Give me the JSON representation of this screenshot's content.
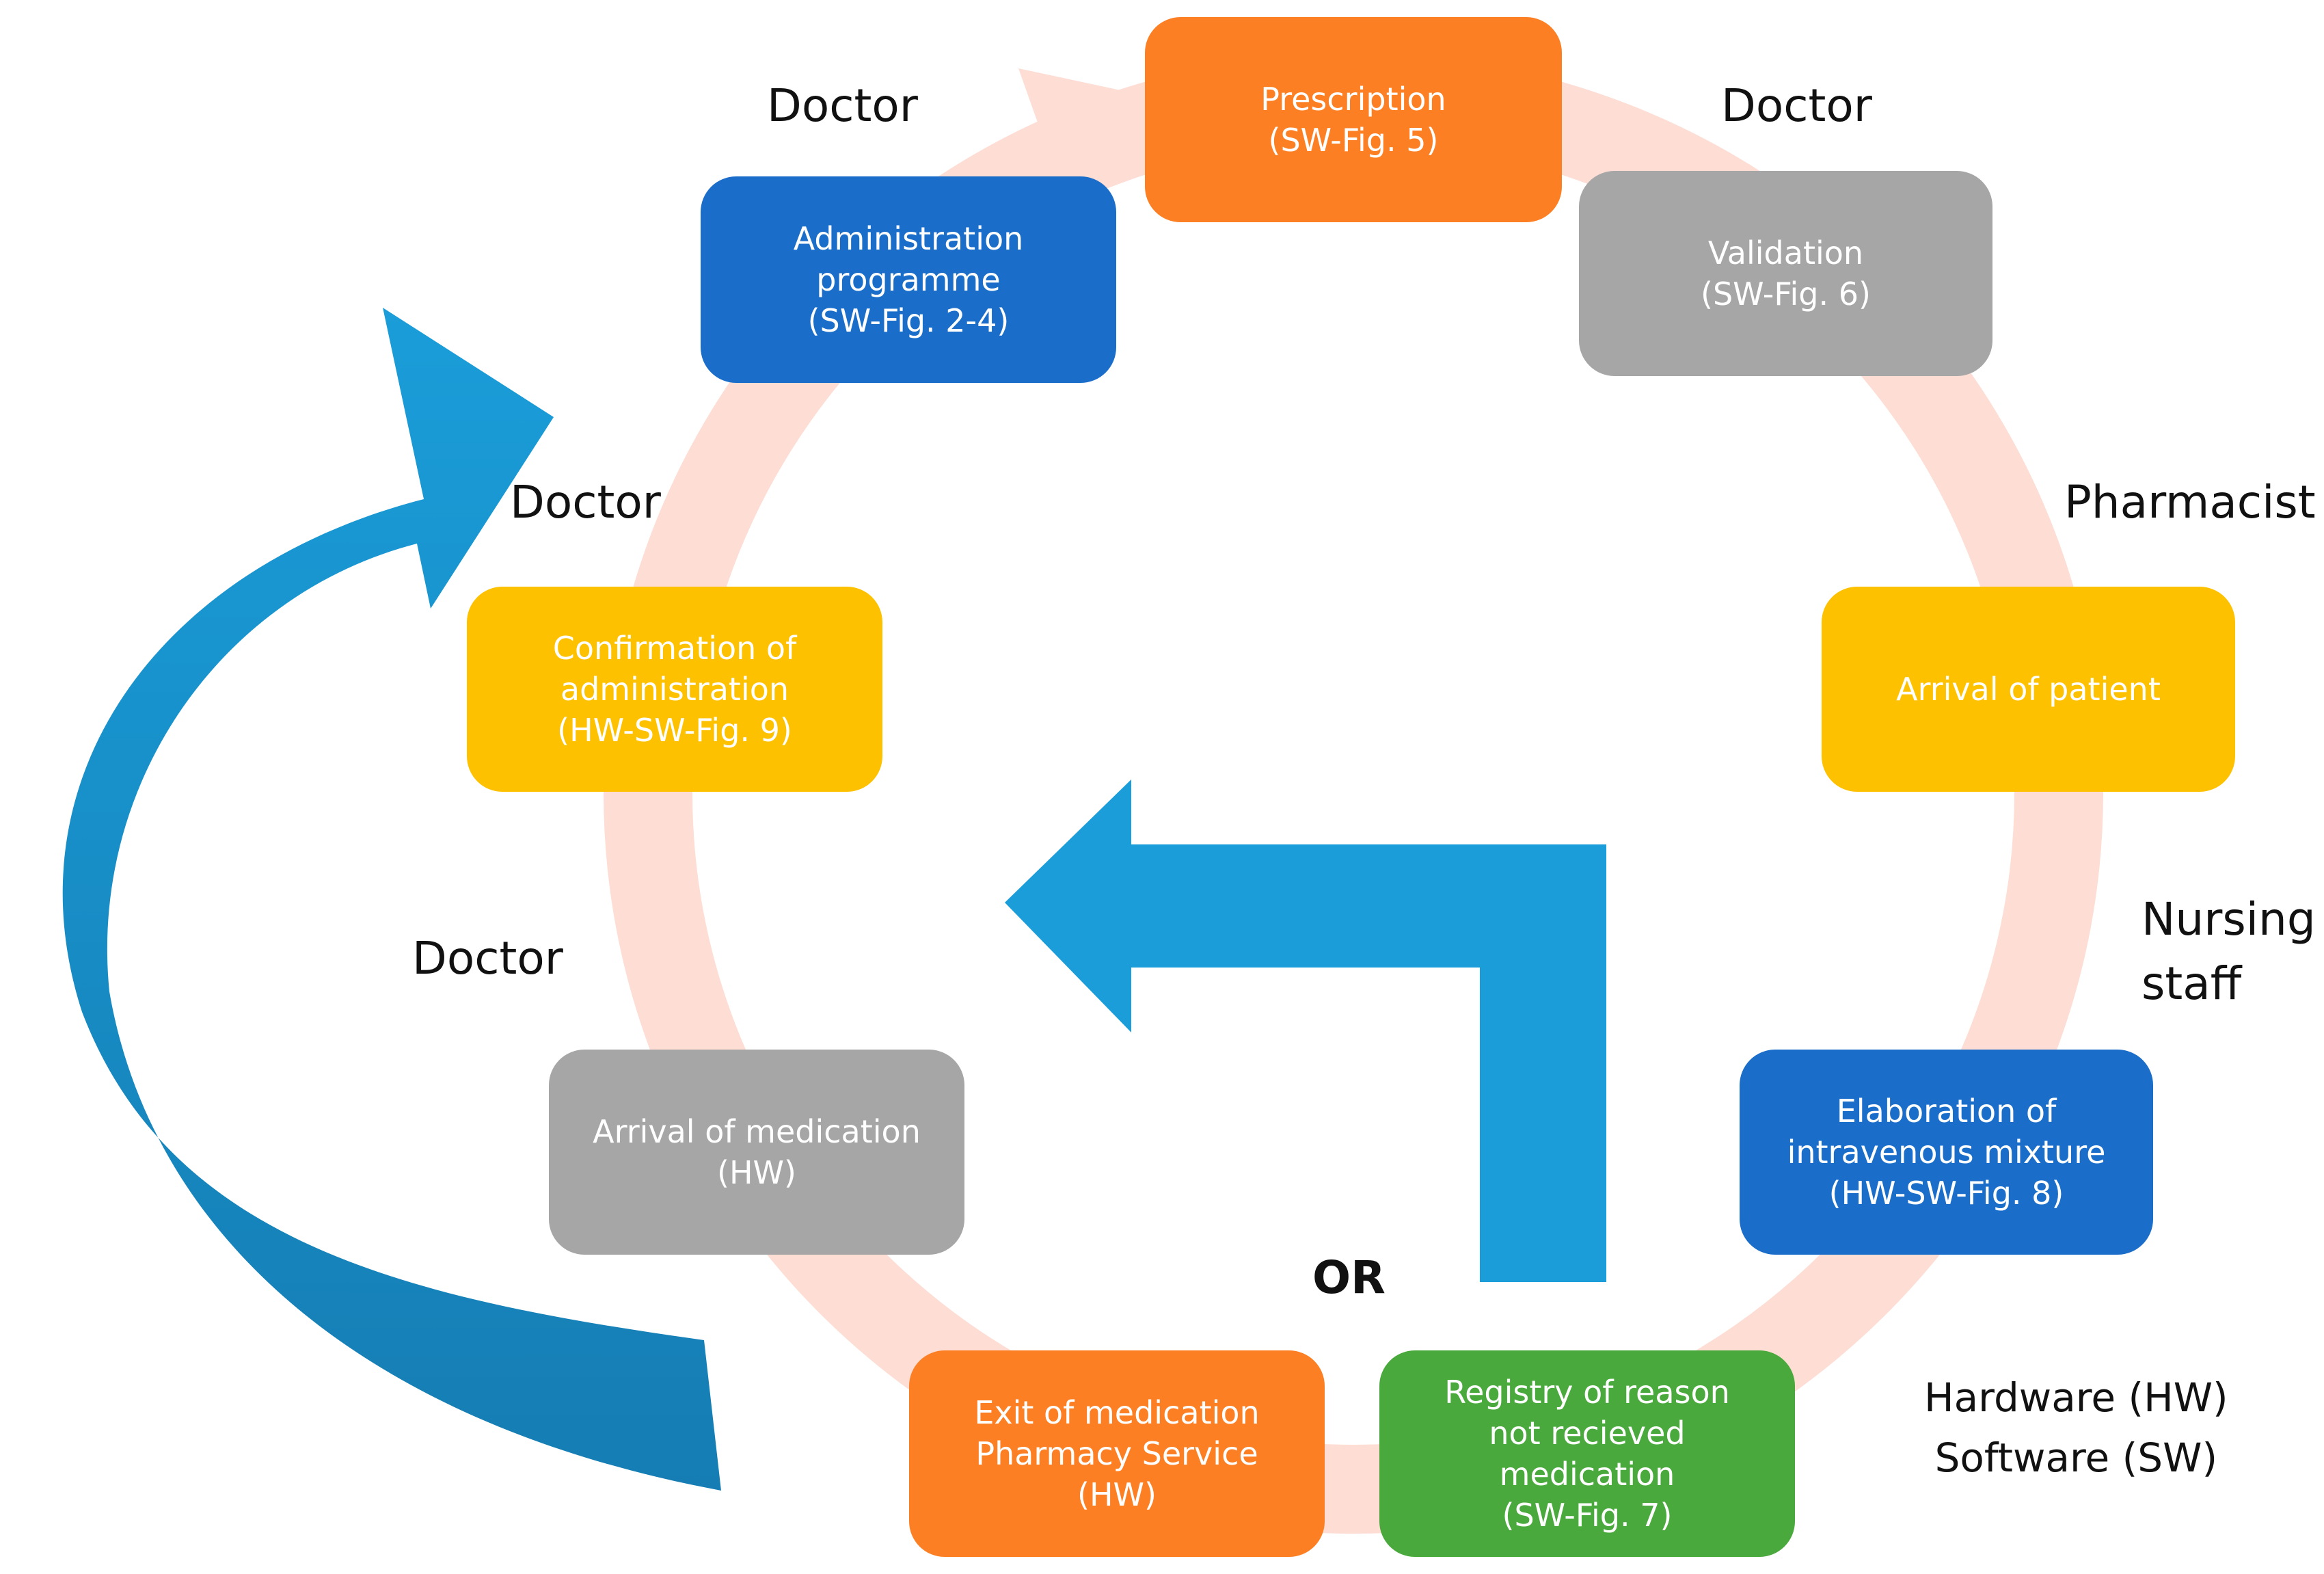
{
  "colors": {
    "cycle_ring": "#fdddd4",
    "arrow_blue": "#1a9dd9",
    "arrow_dark_blue": "#157db3",
    "orange": "#fd7f23",
    "blue": "#1a6ec9",
    "gray": "#a6a6a6",
    "gold": "#fec100",
    "green": "#49a93c"
  },
  "steps": {
    "prescription": [
      "Prescription",
      "(SW-Fig. 5)"
    ],
    "validation": [
      "Validation",
      "(SW-Fig. 6)"
    ],
    "arrival_patient": [
      "Arrival of patient"
    ],
    "elaboration": [
      "Elaboration of",
      "intravenous mixture",
      "(HW-SW-Fig. 8)"
    ],
    "registry": [
      "Registry of reason",
      "not recieved medication",
      "(SW-Fig. 7)"
    ],
    "exit_medication": [
      "Exit of medication",
      "Pharmacy Service",
      "(HW)"
    ],
    "arrival_medication": [
      "Arrival of medication",
      "(HW)"
    ],
    "confirmation": [
      "Confirmation of",
      "administration",
      "(HW-SW-Fig. 9)"
    ],
    "admin_programme": [
      "Administration",
      "programme",
      "(SW-Fig. 2-4)"
    ]
  },
  "roles": {
    "doctor_top_left": "Doctor",
    "doctor_top_right": "Doctor",
    "pharmacist": "Pharmacist",
    "nursing_staff": [
      "Nursing",
      "staff"
    ],
    "doctor_mid_left": "Doctor",
    "doctor_lower_left": "Doctor"
  },
  "or_label": "OR",
  "legend": {
    "hardware": "Hardware (HW)",
    "software": "Software (SW)"
  }
}
